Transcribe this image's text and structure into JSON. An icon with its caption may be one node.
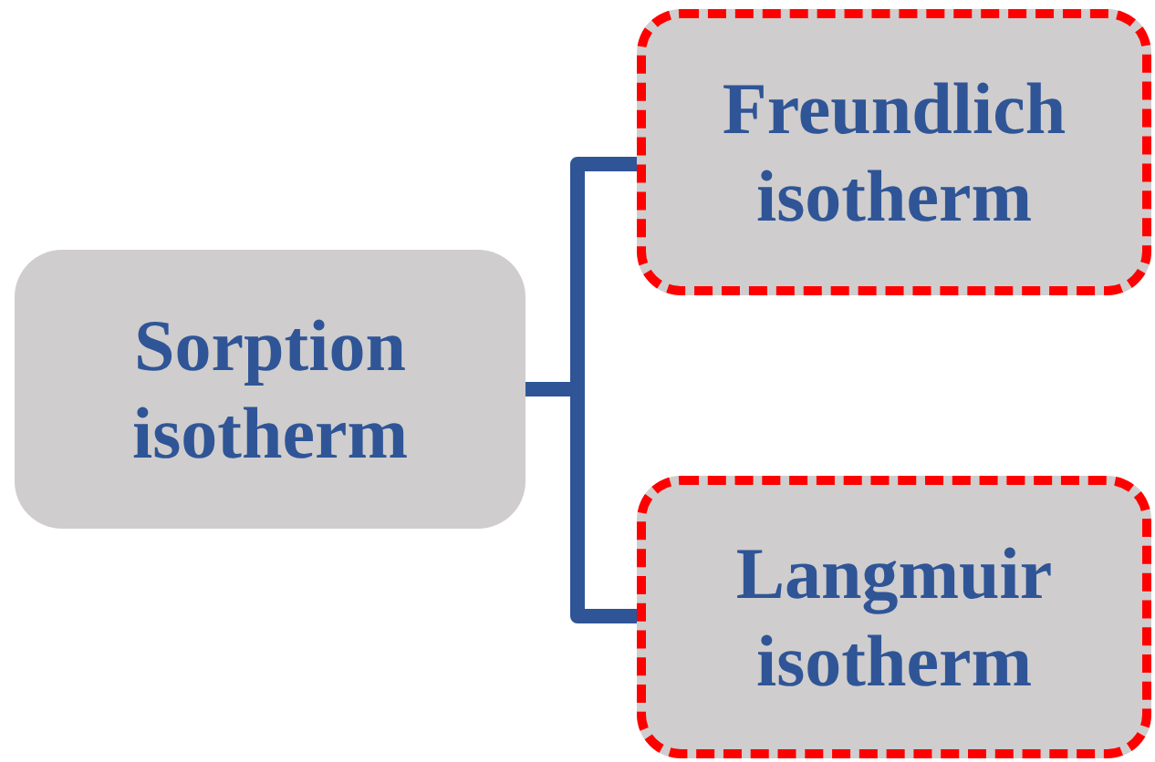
{
  "diagram": {
    "nodes": [
      {
        "text": [
          "Sorption isotherm"
        ]
      },
      {
        "text": [
          "Freundlich isotherm"
        ]
      },
      {
        "text": [
          "Langmuir isotherm"
        ]
      }
    ],
    "edges": [
      {
        "from": 0,
        "to": 1,
        "arrow": "none"
      },
      {
        "from": 0,
        "to": 2,
        "arrow": "none"
      }
    ]
  }
}
